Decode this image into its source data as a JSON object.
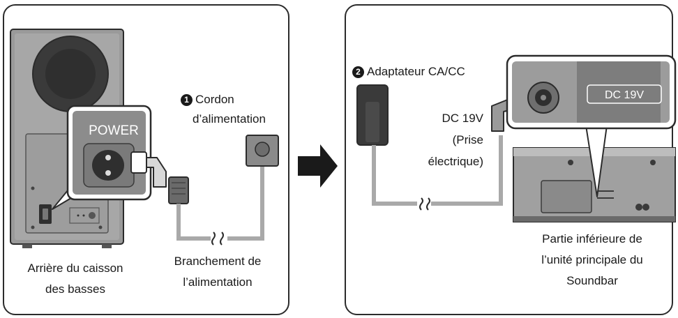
{
  "subwoofer": {
    "power_label": "POWER",
    "caption_line1": "Arrière du caisson",
    "caption_line2": "des basses"
  },
  "power_cord": {
    "number": "1",
    "label_line1": "Cordon",
    "label_line2": "d’alimentation",
    "caption_line1": "Branchement de",
    "caption_line2": "l’alimentation"
  },
  "adapter": {
    "number": "2",
    "label": "Adaptateur CA/CC",
    "dc_line1": "DC 19V",
    "dc_line2": "(Prise",
    "dc_line3": "électrique)"
  },
  "soundbar": {
    "dc_port_label": "DC 19V",
    "caption_line1": "Partie inférieure de",
    "caption_line2": "l’unité principale du",
    "caption_line3": "Soundbar"
  }
}
